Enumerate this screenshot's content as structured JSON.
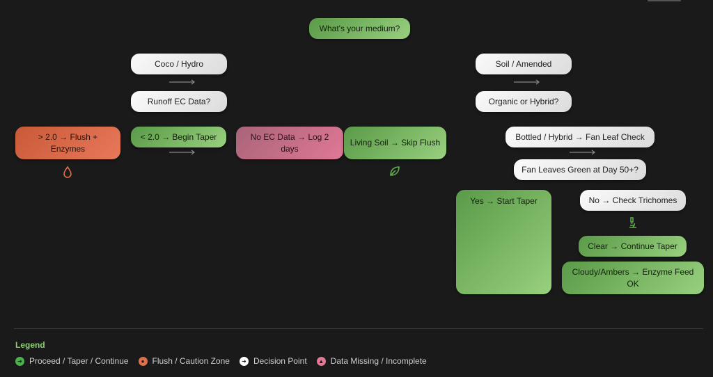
{
  "nodes": {
    "root": "What's your medium?",
    "coco": "Coco / Hydro",
    "runoff": "Runoff EC Data?",
    "flush": "> 2.0 → Flush + Enzymes",
    "taper": "< 2.0 → Begin Taper",
    "noec": "No EC Data → Log 2 days",
    "living": "Living Soil → Skip Flush",
    "soil": "Soil / Amended",
    "organic": "Organic or Hybrid?",
    "bottled": "Bottled / Hybrid → Fan Leaf Check",
    "fan": "Fan Leaves Green at Day 50+?",
    "yes": "Yes → Start Taper",
    "no": "No → Check Trichomes",
    "clear": "Clear → Continue Taper",
    "cloudy": "Cloudy/Ambers → Enzyme Feed OK"
  },
  "legend": {
    "title": "Legend",
    "items": [
      {
        "label": "Proceed / Taper / Continue",
        "color": "#4caf50"
      },
      {
        "label": "Flush / Caution Zone",
        "color": "#e0704a"
      },
      {
        "label": "Decision Point",
        "color": "#ffffff"
      },
      {
        "label": "Data Missing / Incomplete",
        "color": "#e07896"
      }
    ]
  }
}
